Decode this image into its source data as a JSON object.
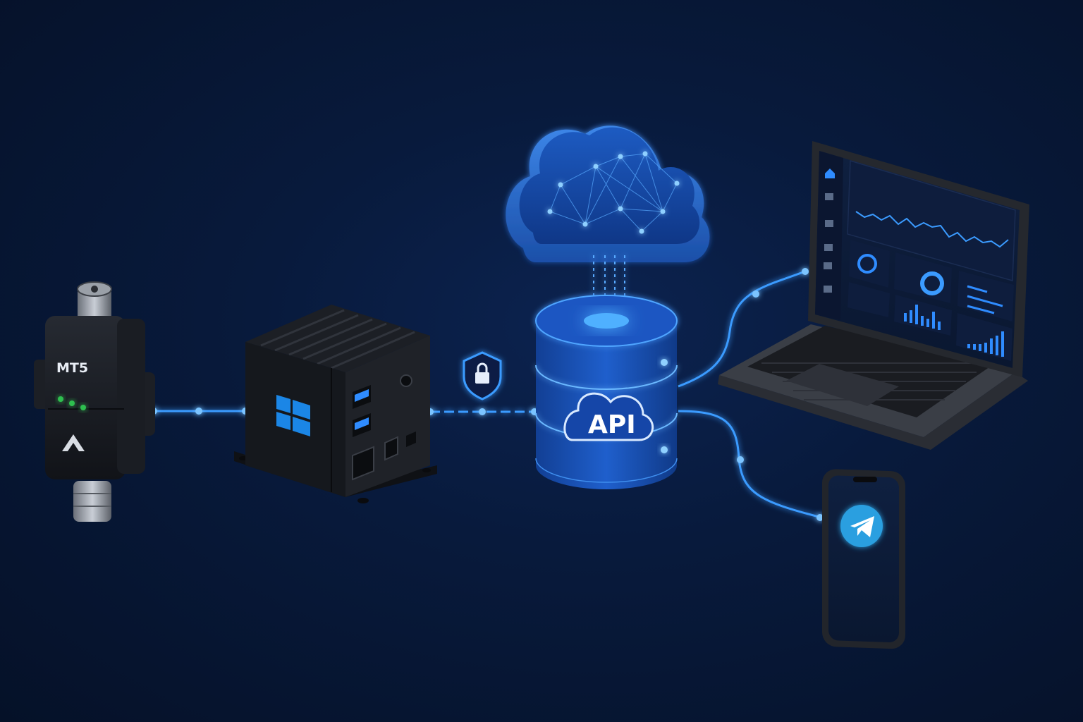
{
  "diagram": {
    "sensor": {
      "label": "MT5",
      "icon": "sensor-device-icon",
      "status_leds": 3
    },
    "edge_device": {
      "icon": "windows-logo-icon"
    },
    "security": {
      "icon": "shield-lock-icon"
    },
    "cloud": {
      "icon": "cloud-network-icon"
    },
    "database": {
      "label": "API",
      "icon": "database-cylinder-icon"
    },
    "laptop": {
      "icon": "laptop-dashboard-icon"
    },
    "phone": {
      "icon": "telegram-icon"
    },
    "colors": {
      "background": "#061530",
      "accent": "#2f8cff",
      "glow": "#4aa8ff",
      "device": "#15181e",
      "windows_blue": "#1b86e6",
      "telegram_blue": "#2a9fe0",
      "led_green": "#2fbf4f"
    }
  }
}
